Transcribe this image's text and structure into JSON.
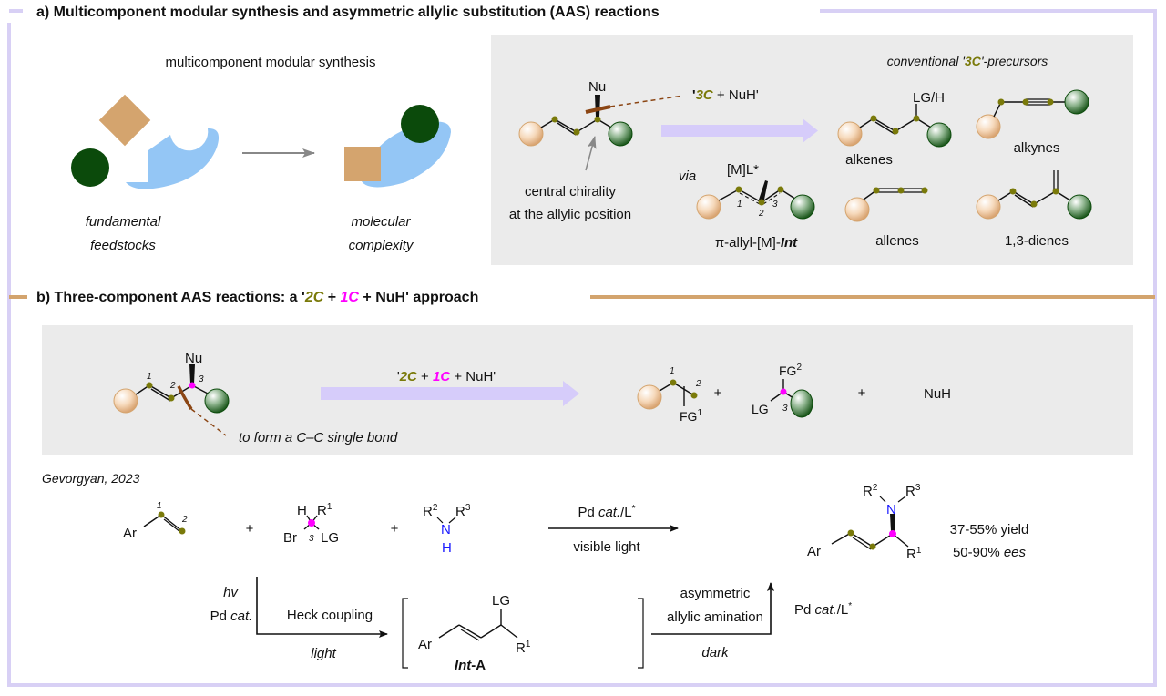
{
  "colors": {
    "frame_a": "#d8d0f5",
    "frame_b": "#d3a46e",
    "panel_gray": "#ebebeb",
    "olive": "#7a7a0a",
    "magenta": "#ff00ff",
    "blue_n": "#1a1aff",
    "bond_cut": "#8b4513",
    "arrow_lavender": "#d6ccfa",
    "blob_blue": "#94c6f5",
    "dark_green": "#0b4a0b",
    "tan": "#d4a46e"
  },
  "section_a": {
    "title": "a) Multicomponent modular synthesis and asymmetric allylic substitution (AAS) reactions",
    "left": {
      "heading": "multicomponent modular synthesis",
      "from_label": [
        "fundamental",
        "feedstocks"
      ],
      "to_label": [
        "molecular",
        "complexity"
      ]
    },
    "panel": {
      "nu_label": "Nu",
      "disconnect_label": {
        "q1": "'",
        "part1": "3C",
        "part2": " + NuH'"
      },
      "chirality_label": [
        "central chirality",
        "at the allylic position"
      ],
      "via_label": "via",
      "metal_label": "[M]L*",
      "pi_allyl_label": {
        "prefix": "π-allyl-[M]-",
        "suffix": "Int"
      },
      "locants": [
        "1",
        "2",
        "3"
      ],
      "precursors_heading": {
        "p1": "conventional '",
        "p2": "3C",
        "p3": "'-precursors"
      },
      "precursors": [
        {
          "name": "alkenes",
          "substituent": "LG/H"
        },
        {
          "name": "alkynes"
        },
        {
          "name": "allenes"
        },
        {
          "name": "1,3-dienes"
        }
      ]
    }
  },
  "section_b": {
    "title": {
      "p1": "b) Three-component AAS reactions: a '",
      "p2": "2C",
      "p3": " + ",
      "p4": "1C",
      "p5": " + NuH' approach"
    },
    "panel": {
      "nu_label": "Nu",
      "locants": [
        "1",
        "2",
        "3"
      ],
      "bond_label": "to form a C–C single bond",
      "arrow_label": {
        "q1": "'",
        "p1": "2C",
        "p2": " + ",
        "p3": "1C",
        "p4": " + NuH'"
      },
      "fg1": "FG",
      "fg1_sup": "1",
      "fg2": "FG",
      "fg2_sup": "2",
      "lg": "LG",
      "plus": "+",
      "nuh": "NuH"
    },
    "example": {
      "citation": "Gevorgyan, 2023",
      "ar": "Ar",
      "h": "H",
      "r": "R",
      "br": "Br",
      "lg": "LG",
      "n": "N",
      "plus": "+",
      "sup1": "1",
      "sup2": "2",
      "sup3": "3",
      "conditions_top": {
        "p1": "Pd ",
        "p2": "cat.",
        "p3": "/L",
        "p4": "*"
      },
      "conditions_bottom": "visible light",
      "yield": "37-55% yield",
      "ee": {
        "p1": "50-90% ",
        "p2": "ees"
      },
      "hv": "hv",
      "pd_cat": {
        "p1": "Pd ",
        "p2": "cat."
      },
      "heck": "Heck coupling",
      "light": "light",
      "int_label": {
        "p1": "Int",
        "p2": "-A"
      },
      "aaa_label": [
        "asymmetric",
        "allylic amination"
      ],
      "dark": "dark",
      "pd_cat_l": {
        "p1": "Pd ",
        "p2": "cat.",
        "p3": "/L",
        "p4": "*"
      }
    }
  }
}
